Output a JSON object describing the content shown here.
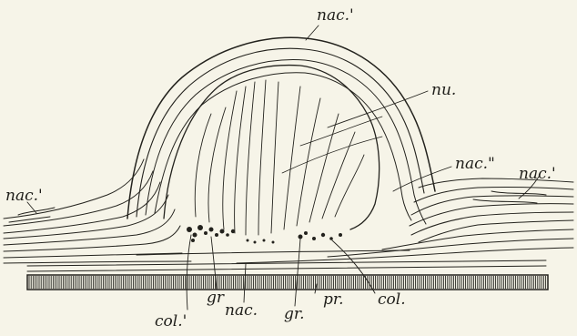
{
  "figure": {
    "labels": {
      "nac_top": "nac.'",
      "nu": "nu.",
      "nac_inner": "nac.\"",
      "nac_right": "nac.'",
      "nac_left": "nac.'",
      "col_left": "col.'",
      "gr_left": "gr",
      "nac_bottom": "nac.",
      "gr_right": "gr.",
      "pr": "pr.",
      "col_right": "col."
    },
    "colors": {
      "paper": "#f6f4e8",
      "ink": "#23221d"
    }
  }
}
